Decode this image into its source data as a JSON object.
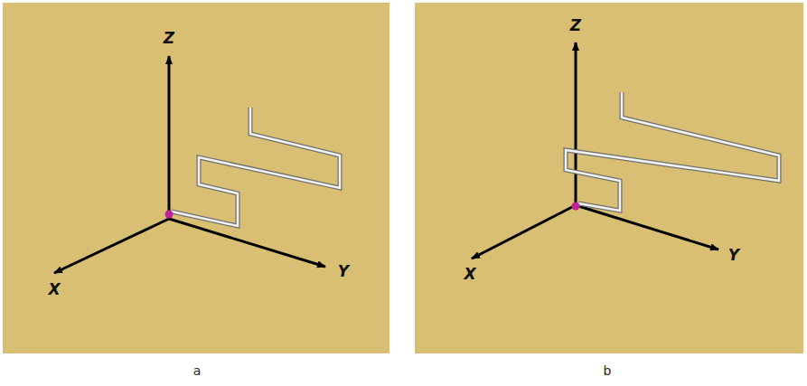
{
  "diagram": {
    "labels": [
      "Z",
      "Y",
      "X",
      "Z",
      "Y",
      "X",
      "a",
      "b"
    ]
  }
}
